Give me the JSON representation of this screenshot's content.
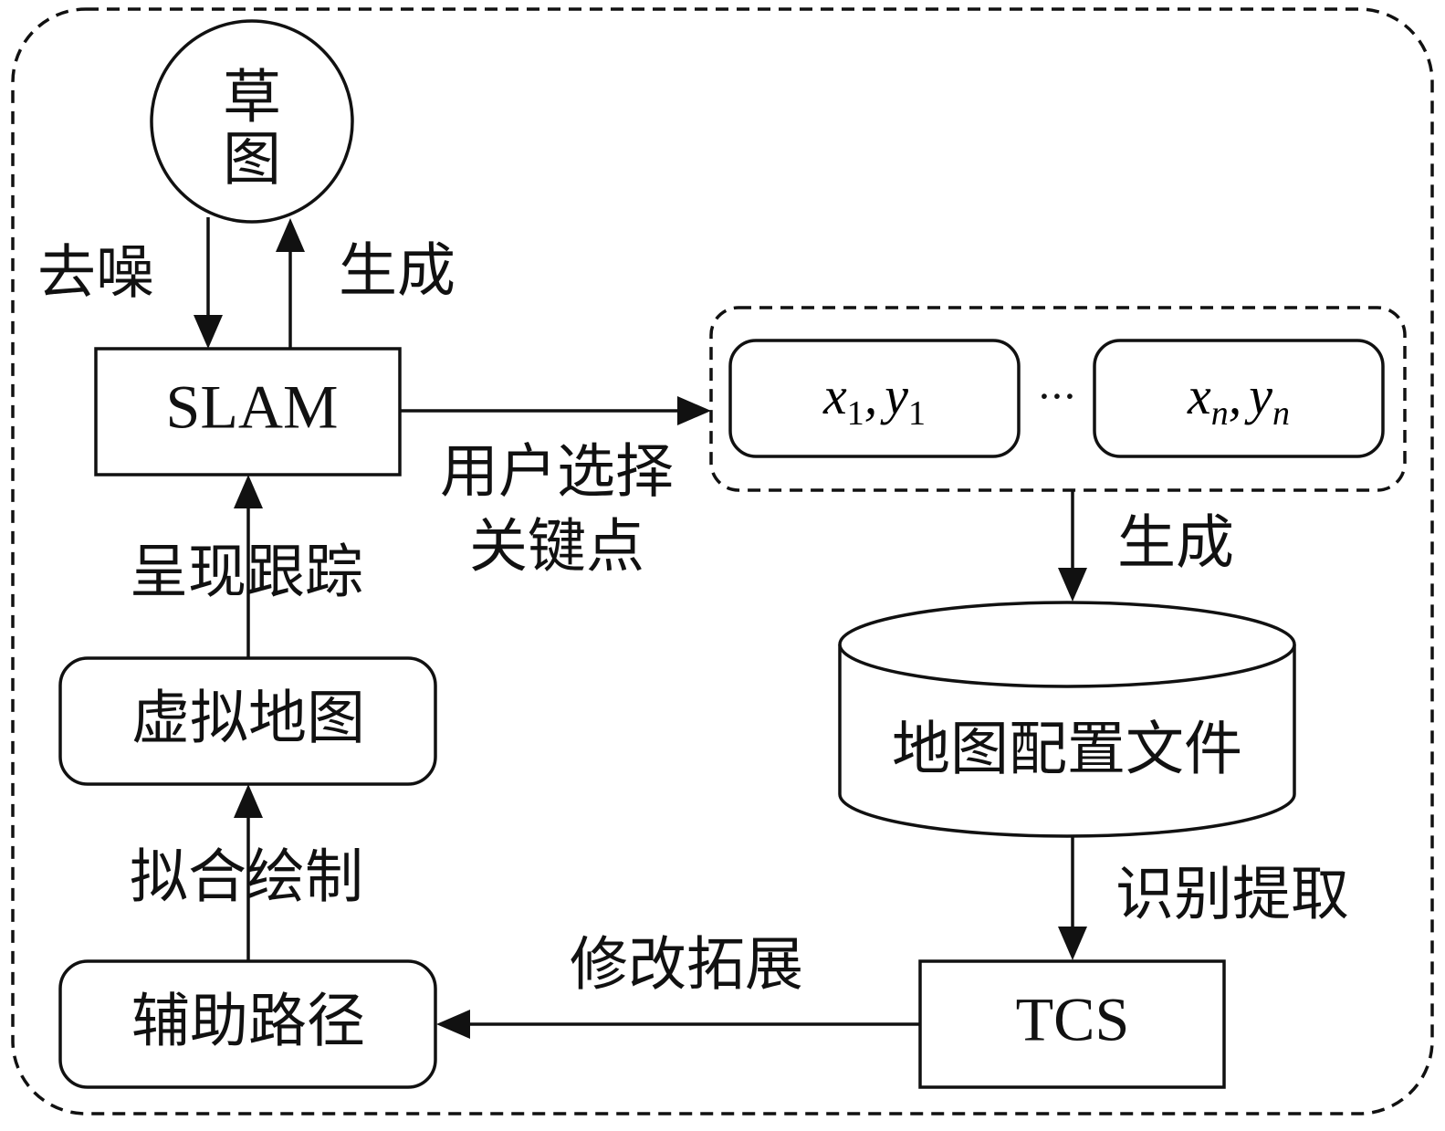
{
  "nodes": {
    "sketch": {
      "line1": "草",
      "line2": "图"
    },
    "slam": "SLAM",
    "virtual_map": "虚拟地图",
    "aux_path": "辅助路径",
    "map_config": "地图配置文件",
    "tcs": "TCS",
    "keypoint_first": {
      "x": "x",
      "x_sub": "1",
      "sep": ",",
      "y": "y",
      "y_sub": "1"
    },
    "keypoint_last": {
      "x": "x",
      "x_sub": "n",
      "sep": ",",
      "y": "y",
      "y_sub": "n"
    },
    "ellipsis": "···"
  },
  "edges": {
    "denoise": "去噪",
    "generate_top": "生成",
    "user_select_line1": "用户选择",
    "user_select_line2": "关键点",
    "render_track": "呈现跟踪",
    "fit_draw": "拟合绘制",
    "generate_right": "生成",
    "identify_extract": "识别提取",
    "modify_extend": "修改拓展"
  }
}
